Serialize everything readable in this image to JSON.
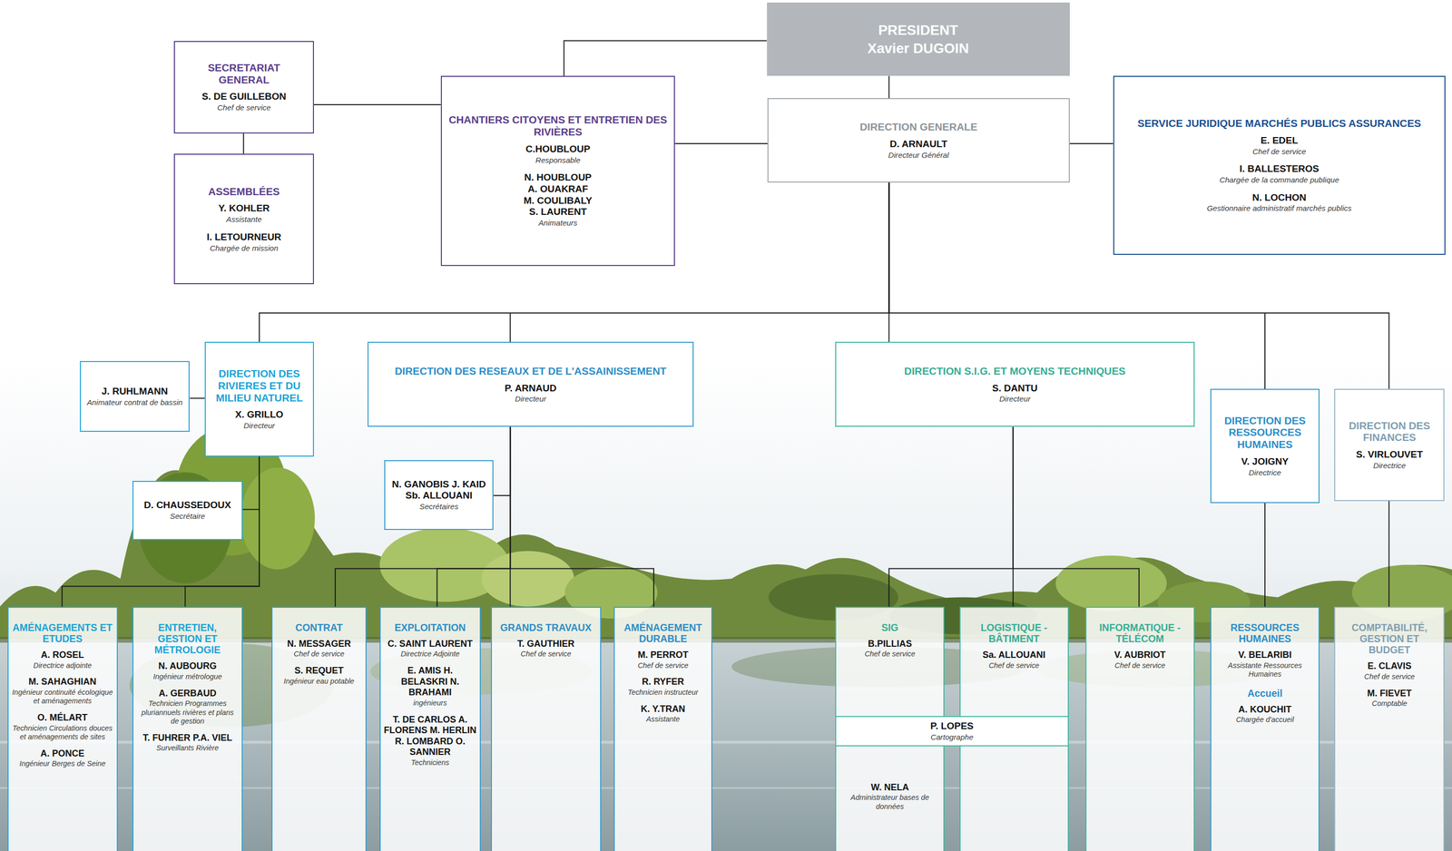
{
  "diagram": {
    "nodes": [
      {
        "text": [
          "PRESIDENT",
          "Xavier DUGOIN"
        ]
      },
      {
        "text": [
          "SECRETARIAT GENERAL",
          "S. DE GUILLEBON",
          "Chef de service"
        ]
      },
      {
        "text": [
          "ASSEMBLÉES",
          "Y. KOHLER",
          "Assistante",
          "I. LETOURNEUR",
          "Chargée de mission"
        ]
      },
      {
        "text": [
          "CHANTIERS CITOYENS ET ENTRETIEN DES RIVIÈRES",
          "C.HOUBLOUP",
          "Responsable",
          "N. HOUBLOUP A. OUAKRAF M. COULIBALY S. LAURENT",
          "Animateurs"
        ]
      },
      {
        "text": [
          "DIRECTION GENERALE",
          "D. ARNAULT",
          "Directeur Général"
        ]
      },
      {
        "text": [
          "SERVICE JURIDIQUE MARCHÉS PUBLICS ASSURANCES",
          "E. EDEL",
          "Chef de service",
          "I. BALLESTEROS",
          "Chargée de la commande publique",
          "N. LOCHON",
          "Gestionnaire administratif marchés publics"
        ]
      },
      {
        "text": [
          "J. RUHLMANN",
          "Animateur contrat de bassin"
        ]
      },
      {
        "text": [
          "DIRECTION DES RIVIERES ET DU MILIEU NATUREL",
          "X. GRILLO",
          "Directeur"
        ]
      },
      {
        "text": [
          "DIRECTION DES RESEAUX ET DE L'ASSAINISSEMENT",
          "P. ARNAUD",
          "Directeur"
        ]
      },
      {
        "text": [
          "DIRECTION S.I.G. ET MOYENS TECHNIQUES",
          "S. DANTU",
          "Directeur"
        ]
      },
      {
        "text": [
          "DIRECTION DES RESSOURCES HUMAINES",
          "V. JOIGNY",
          "Directrice"
        ]
      },
      {
        "text": [
          "DIRECTION DES FINANCES",
          "S. VIRLOUVET",
          "Directrice"
        ]
      },
      {
        "text": [
          "D. CHAUSSEDOUX",
          "Secrétaire"
        ]
      },
      {
        "text": [
          "N. GANOBIS J. KAID Sb. ALLOUANI",
          "Secrétaires"
        ]
      },
      {
        "text": [
          "AMÉNAGEMENTS ET ETUDES",
          "A. ROSEL",
          "Directrice adjointe",
          "M. SAHAGHIAN",
          "Ingénieur continuité écologique et aménagements",
          "O. MÉLART",
          "Technicien Circulations douces et aménagements de sites",
          "A. PONCE",
          "Ingénieur Berges de Seine"
        ]
      },
      {
        "text": [
          "ENTRETIEN, GESTION ET MÉTROLOGIE",
          "N. AUBOURG",
          "Ingénieur métrologue",
          "A. GERBAUD",
          "Technicien Programmes pluriannuels rivières et plans de gestion",
          "T. FUHRER P.A. VIEL",
          "Surveillants Rivière"
        ]
      },
      {
        "text": [
          "CONTRAT",
          "N. MESSAGER",
          "Chef de service",
          "S. REQUET",
          "Ingénieur eau potable"
        ]
      },
      {
        "text": [
          "EXPLOITATION",
          "C. SAINT LAURENT",
          "Directrice Adjointe",
          "E. AMIS H. BELASKRI N. BRAHAMI",
          "ingénieurs",
          "T. DE CARLOS A. FLORENS M. HERLIN R. LOMBARD O. SANNIER",
          "Techniciens"
        ]
      },
      {
        "text": [
          "GRANDS TRAVAUX",
          "T. GAUTHIER",
          "Chef de service"
        ]
      },
      {
        "text": [
          "AMÉNAGEMENT DURABLE",
          "M. PERROT",
          "Chef de service",
          "R. RYFER",
          "Technicien instructeur",
          "K. Y.TRAN",
          "Assistante"
        ]
      },
      {
        "text": [
          "SIG",
          "B.PILLIAS",
          "Chef de service",
          "W. NELA",
          "Administrateur bases de données"
        ]
      },
      {
        "text": [
          "LOGISTIQUE - BÂTIMENT",
          "Sa. ALLOUANI",
          "Chef de service"
        ]
      },
      {
        "text": [
          "P. LOPES",
          "Cartographe"
        ]
      },
      {
        "text": [
          "INFORMATIQUE - TÉLÉCOM",
          "V. AUBRIOT",
          "Chef de service"
        ]
      },
      {
        "text": [
          "RESSOURCES HUMAINES",
          "V. BELARIBI",
          "Assistante Ressources Humaines",
          "Accueil",
          "A. KOUCHIT",
          "Chargée d'accueil"
        ]
      },
      {
        "text": [
          "COMPTABILITÉ, GESTION ET BUDGET",
          "E. CLAVIS",
          "Chef de service",
          "M. FIEVET",
          "Comptable"
        ]
      }
    ],
    "edges": [
      {
        "from": 0,
        "to": 4,
        "arrow": "none"
      },
      {
        "from": 0,
        "to": 3,
        "arrow": "none"
      },
      {
        "from": 1,
        "to": 2,
        "arrow": "none"
      },
      {
        "from": 1,
        "to": 3,
        "arrow": "none"
      },
      {
        "from": 3,
        "to": 4,
        "arrow": "none"
      },
      {
        "from": 4,
        "to": 5,
        "arrow": "none"
      },
      {
        "from": 4,
        "to": 7,
        "arrow": "none"
      },
      {
        "from": 4,
        "to": 8,
        "arrow": "none"
      },
      {
        "from": 4,
        "to": 9,
        "arrow": "none"
      },
      {
        "from": 4,
        "to": 10,
        "arrow": "none"
      },
      {
        "from": 4,
        "to": 11,
        "arrow": "none"
      },
      {
        "from": 6,
        "to": 7,
        "arrow": "none"
      },
      {
        "from": 7,
        "to": 12,
        "arrow": "none"
      },
      {
        "from": 7,
        "to": 14,
        "arrow": "none"
      },
      {
        "from": 7,
        "to": 15,
        "arrow": "none"
      },
      {
        "from": 8,
        "to": 13,
        "arrow": "none"
      },
      {
        "from": 8,
        "to": 16,
        "arrow": "none"
      },
      {
        "from": 8,
        "to": 17,
        "arrow": "none"
      },
      {
        "from": 8,
        "to": 18,
        "arrow": "none"
      },
      {
        "from": 8,
        "to": 19,
        "arrow": "none"
      },
      {
        "from": 9,
        "to": 20,
        "arrow": "none"
      },
      {
        "from": 9,
        "to": 21,
        "arrow": "none"
      },
      {
        "from": 9,
        "to": 23,
        "arrow": "none"
      },
      {
        "from": 10,
        "to": 24,
        "arrow": "none"
      },
      {
        "from": 11,
        "to": 25,
        "arrow": "none"
      }
    ]
  }
}
